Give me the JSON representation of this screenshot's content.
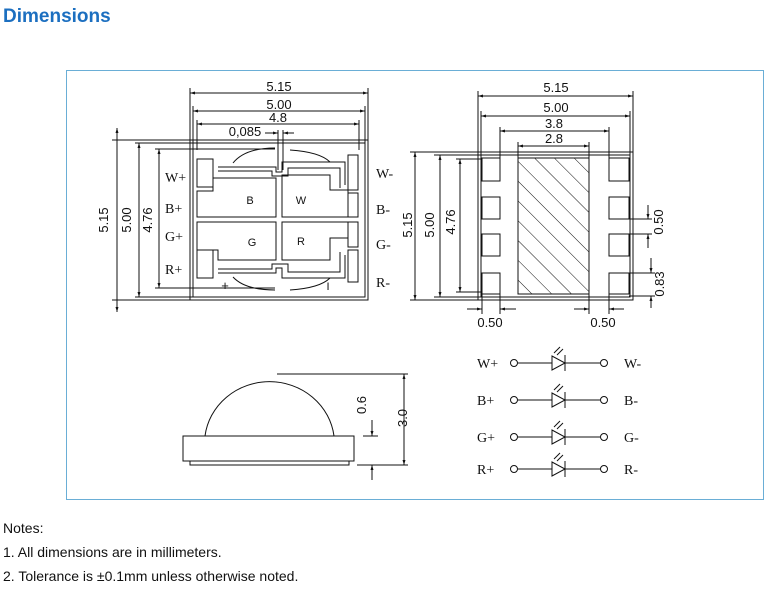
{
  "title": "Dimensions",
  "top_view": {
    "dims": {
      "w_outer": "5.15",
      "w_body": "5.00",
      "w_inner": "4.8",
      "gap": "0,085",
      "h_outer": "5.15",
      "h_body": "5.00",
      "h_inner": "4.76"
    },
    "pins_left": [
      "W+",
      "B+",
      "G+",
      "R+"
    ],
    "pins_right": [
      "W-",
      "B-",
      "G-",
      "R-"
    ],
    "chips": [
      "B",
      "W",
      "G",
      "R"
    ],
    "polarity_plus": "+",
    "polarity_mark": "I"
  },
  "bottom_view": {
    "dims": {
      "w_outer": "5.15",
      "w_body": "5.00",
      "w_pads": "3.8",
      "w_thermal": "2.8",
      "h_outer": "5.15",
      "h_body": "5.00",
      "h_inner": "4.76",
      "pad_pitch_gap": "0.50",
      "pad_height": "0.83",
      "pad_width_left": "0.50",
      "pad_width_right": "0.50"
    }
  },
  "side_view": {
    "dims": {
      "base": "0.6",
      "total": "3.0"
    }
  },
  "schematic": {
    "rows": [
      {
        "anode": "W+",
        "cathode": "W-"
      },
      {
        "anode": "B+",
        "cathode": "B-"
      },
      {
        "anode": "G+",
        "cathode": "G-"
      },
      {
        "anode": "R+",
        "cathode": "R-"
      }
    ]
  },
  "notes": {
    "heading": "Notes:",
    "items": [
      "1. All dimensions are in millimeters.",
      "2. Tolerance is ±0.1mm unless otherwise noted."
    ]
  }
}
